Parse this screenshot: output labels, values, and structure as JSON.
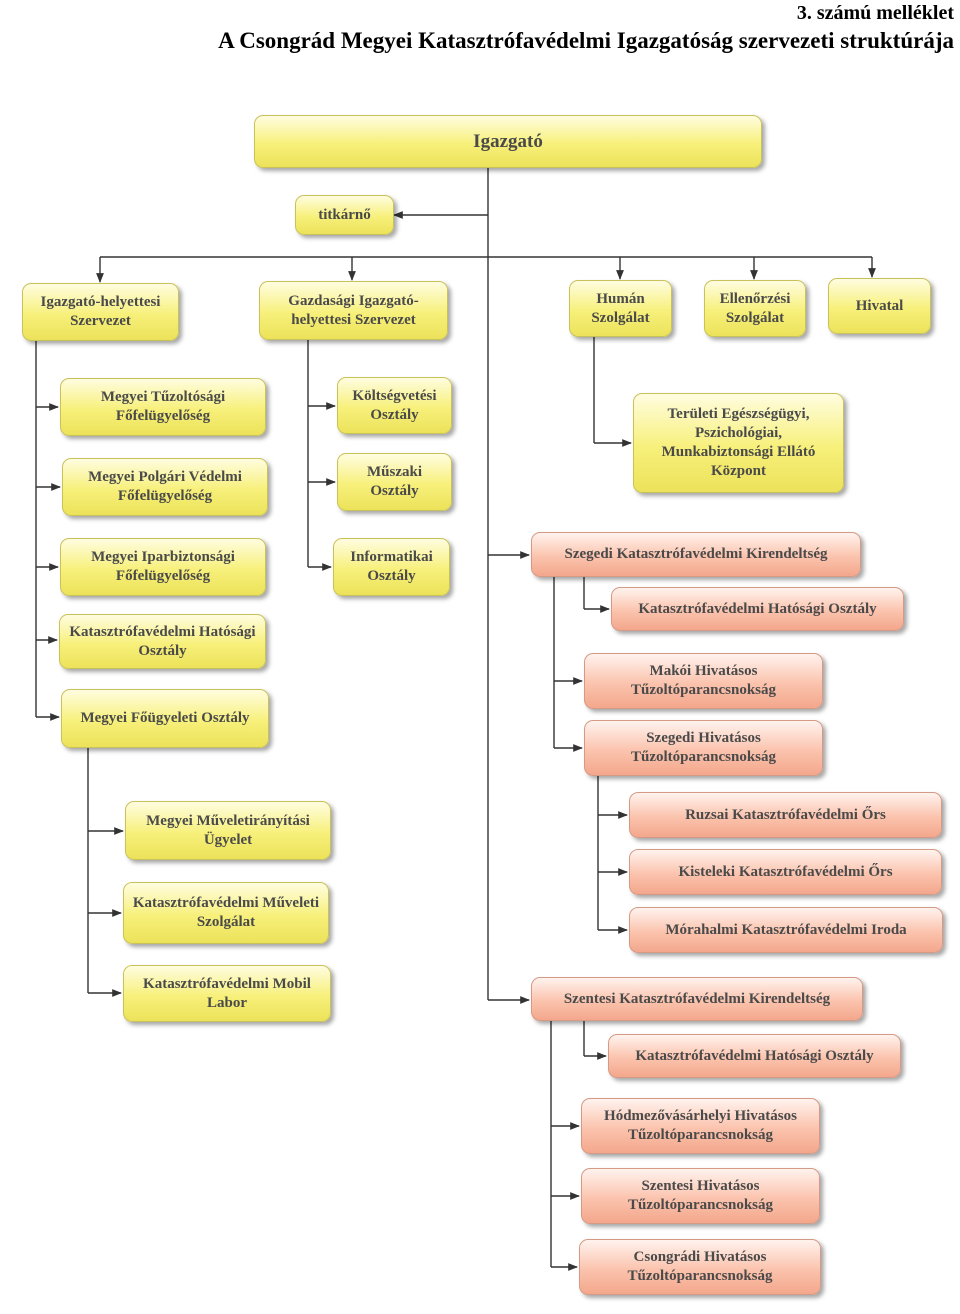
{
  "header": {
    "annex": "3. számú melléklet",
    "title": "A Csongrád Megyei Katasztrófavédelmi Igazgatóság szervezeti struktúrája"
  },
  "colors": {
    "yellow_box": "#f7f07a",
    "salmon_box": "#fbc3ad",
    "connector": "#333333"
  },
  "nodes": {
    "director": "Igazgató",
    "secretary": "titkárnő",
    "deputy": "Igazgató-helyettesi Szervezet",
    "eco_deputy": "Gazdasági Igazgató-helyettesi Szervezet",
    "hr": "Humán Szolgálat",
    "control": "Ellenőrzési Szolgálat",
    "office": "Hivatal",
    "fire_sup": "Megyei Tűzoltósági Főfelügyelőség",
    "civil_sup": "Megyei Polgári Védelmi Főfelügyelőség",
    "ind_sup": "Megyei Iparbiztonsági Főfelügyelőség",
    "auth_dept": "Katasztrófavédelmi Hatósági Osztály",
    "duty_dept": "Megyei Főügyeleti Osztály",
    "ops_center": "Megyei Műveletirányítási Ügyelet",
    "ops_service": "Katasztrófavédelmi Műveleti Szolgálat",
    "mobile_lab": "Katasztrófavédelmi Mobil Labor",
    "budget": "Költségvetési Osztály",
    "tech": "Műszaki Osztály",
    "it": "Informatikai Osztály",
    "health": "Területi Egészségügyi, Pszichológiai, Munkabiztonsági Ellátó Központ",
    "szeged_office": "Szegedi Katasztrófavédelmi Kirendeltség",
    "szeged_auth": "Katasztrófavédelmi Hatósági Osztály",
    "mako_fire": "Makói Hivatásos Tűzoltóparancsnokság",
    "szeged_fire": "Szegedi Hivatásos Tűzoltóparancsnokság",
    "ruzsa": "Ruzsai Katasztrófavédelmi Őrs",
    "kistelek": "Kisteleki Katasztrófavédelmi Őrs",
    "morahalom": "Mórahalmi Katasztrófavédelmi Iroda",
    "szentes_office": "Szentesi Katasztrófavédelmi Kirendeltség",
    "szentes_auth": "Katasztrófavédelmi Hatósági Osztály",
    "hodmezo_fire": "Hódmezővásárhelyi Hivatásos Tűzoltóparancsnokság",
    "szentes_fire": "Szentesi Hivatásos Tűzoltóparancsnokság",
    "csongrad_fire": "Csongrádi Hivatásos Tűzoltóparancsnokság"
  }
}
